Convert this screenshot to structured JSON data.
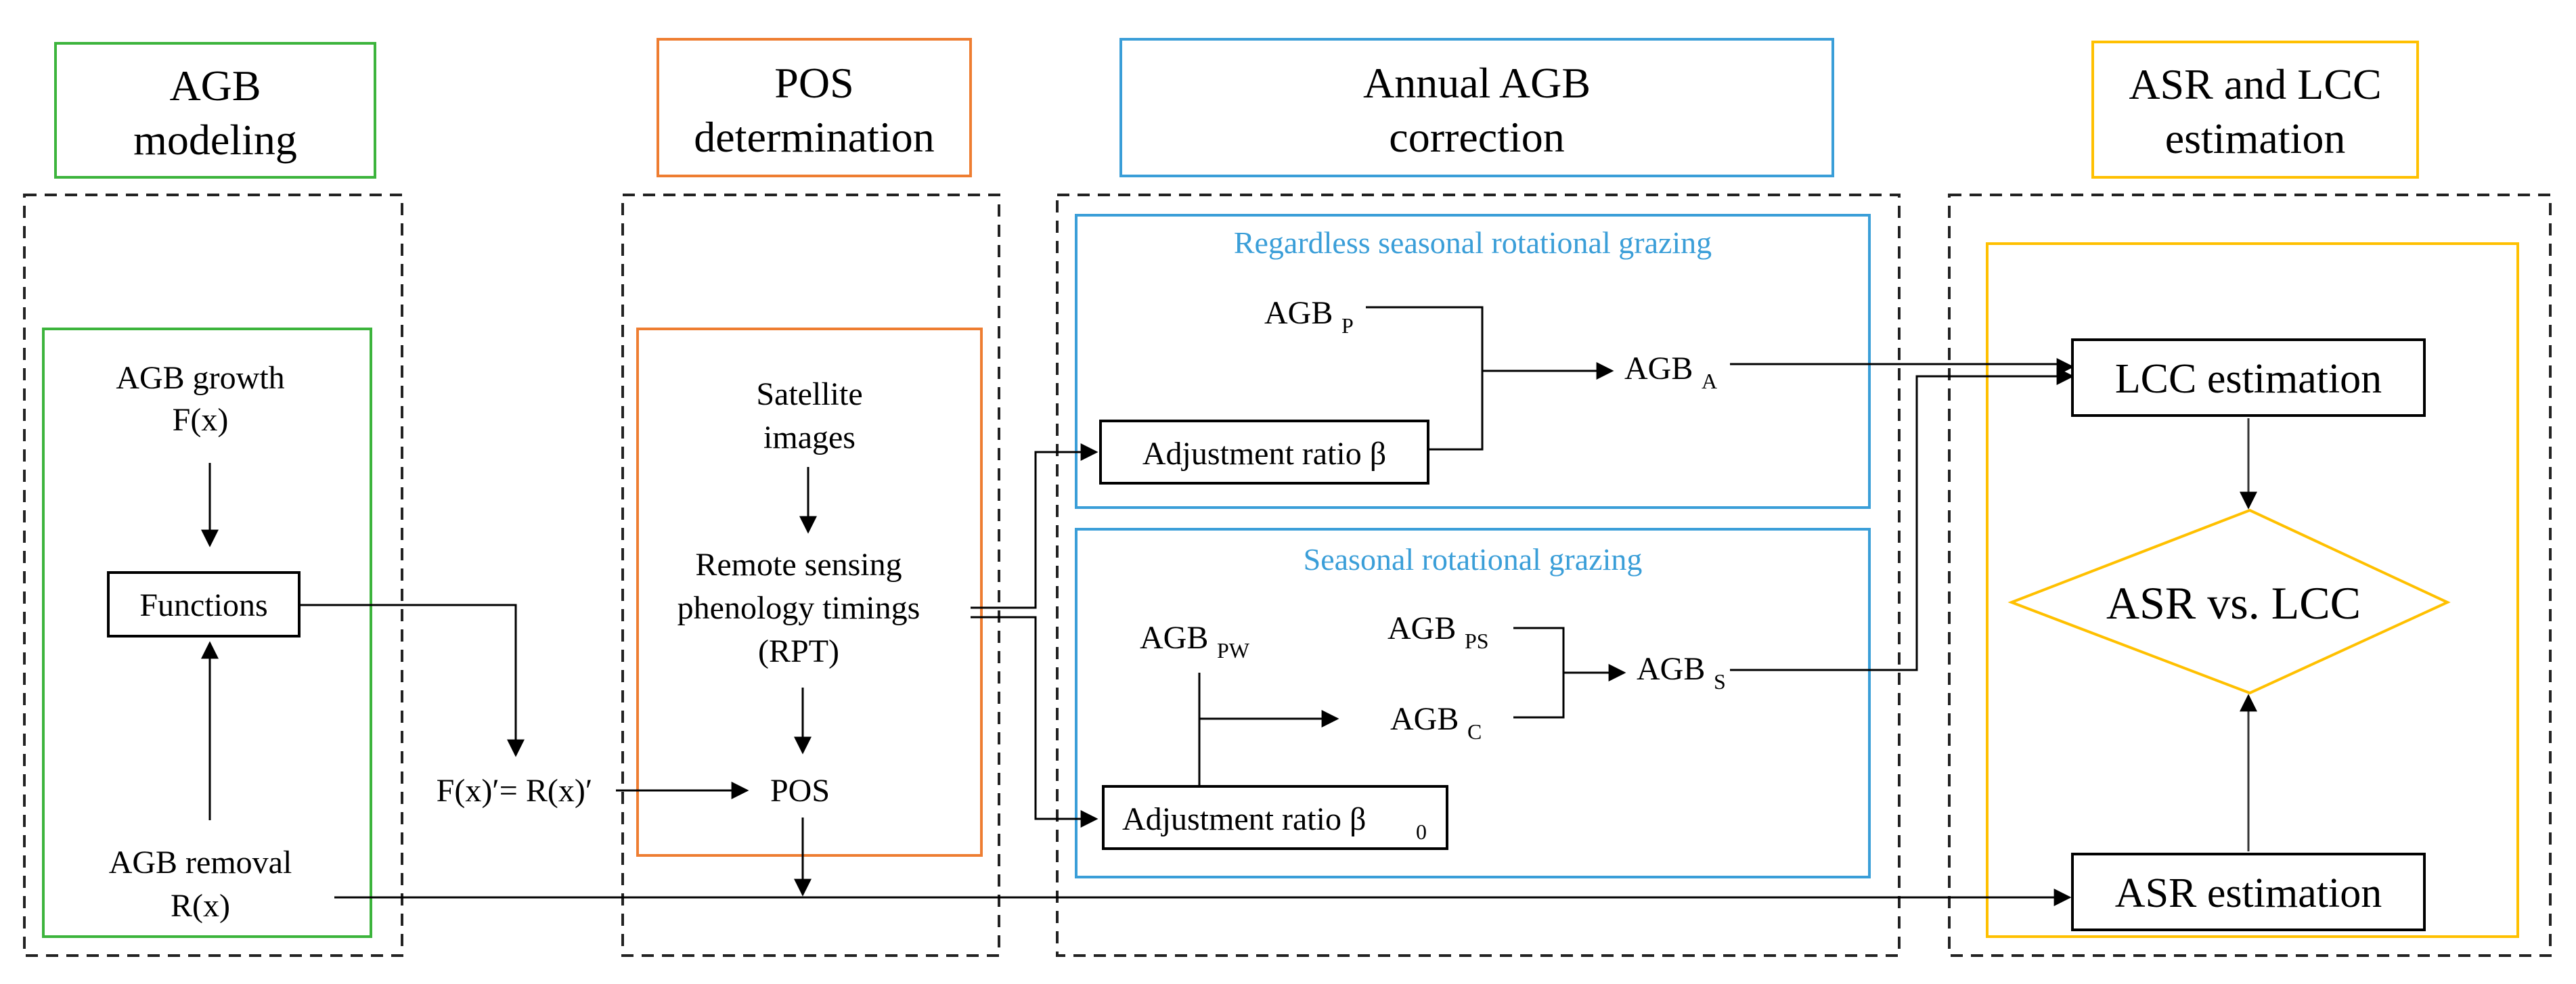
{
  "colors": {
    "green": "#3cb43c",
    "orange": "#ee7d31",
    "blue": "#3a9ed8",
    "gold": "#ffc000",
    "black": "#000000",
    "dashed": "#222222"
  },
  "headers": {
    "agb_modeling": [
      "AGB",
      "modeling"
    ],
    "pos_determination": [
      "POS",
      "determination"
    ],
    "annual_agb_correction": [
      "Annual AGB",
      "correction"
    ],
    "asr_lcc_estimation": [
      "ASR and LCC",
      "estimation"
    ]
  },
  "agb_modeling": {
    "growth": [
      "AGB growth",
      "F(x)"
    ],
    "functions": "Functions",
    "removal": [
      "AGB removal",
      "R(x)"
    ]
  },
  "derivative_equation": "F(x)′= R(x)′",
  "pos_determination": {
    "satellite": [
      "Satellite",
      "images"
    ],
    "rpt": [
      "Remote sensing",
      "phenology timings",
      "(RPT)"
    ],
    "pos": "POS"
  },
  "annual_agb_correction": {
    "regardless": {
      "title": "Regardless  seasonal  rotational  grazing",
      "agb_p": {
        "base": "AGB",
        "sub": "P"
      },
      "agb_a": {
        "base": "AGB",
        "sub": "A"
      },
      "adjustment": "Adjustment ratio β"
    },
    "seasonal": {
      "title": "Seasonal  rotational  grazing",
      "agb_pw": {
        "base": "AGB",
        "sub": "PW"
      },
      "agb_ps": {
        "base": "AGB",
        "sub": "PS"
      },
      "agb_c": {
        "base": "AGB",
        "sub": "C"
      },
      "agb_s": {
        "base": "AGB",
        "sub": "S"
      },
      "adjustment": {
        "base": "Adjustment ratio β",
        "sub": "0"
      }
    }
  },
  "asr_lcc": {
    "lcc": "LCC estimation",
    "versus": "ASR vs. LCC",
    "asr": "ASR estimation"
  }
}
